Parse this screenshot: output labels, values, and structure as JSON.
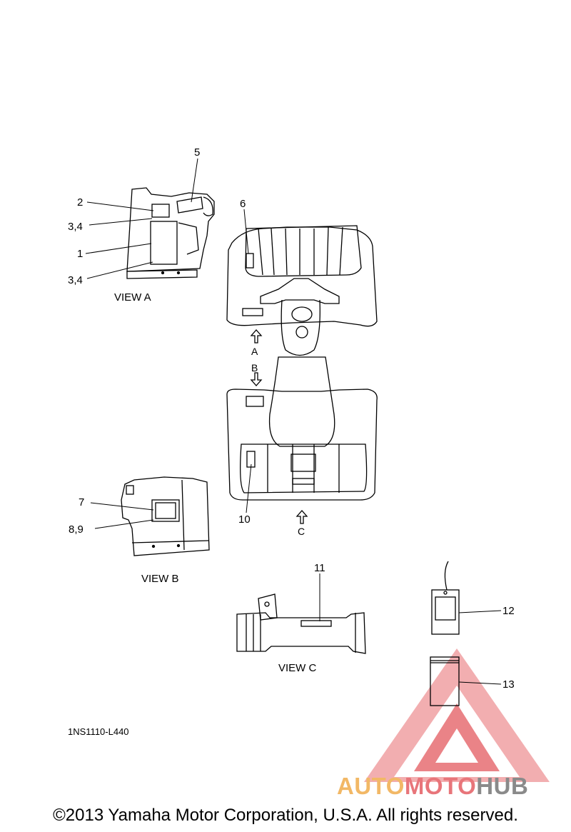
{
  "diagram": {
    "callouts": {
      "c1": "1",
      "c2": "2",
      "c34a": "3,4",
      "c34b": "3,4",
      "c5": "5",
      "c6": "6",
      "c7": "7",
      "c89": "8,9",
      "c10": "10",
      "c11": "11",
      "c12": "12",
      "c13": "13"
    },
    "views": {
      "view_a": "VIEW A",
      "view_b": "VIEW B",
      "view_c": "VIEW C"
    },
    "arrows": {
      "a": "A",
      "b": "B",
      "c": "C"
    },
    "part_code": "1NS1110-L440"
  },
  "watermark": {
    "brand_part1": "AUTO",
    "brand_part2": "MOTO",
    "brand_part3": "HUB",
    "colors": {
      "orange": "#f2b866",
      "red": "#e8757a",
      "gray": "#8a8a8a"
    }
  },
  "footer": {
    "copyright": "©2013 Yamaha Motor Corporation, U.S.A. All rights reserved."
  }
}
